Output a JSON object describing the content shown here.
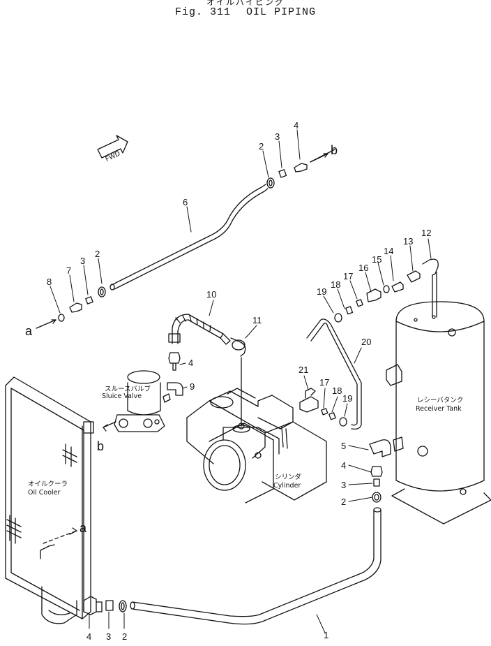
{
  "title": {
    "japanese": "オイルパイピング",
    "figure": "Fig. 311",
    "name": "OIL PIPING"
  },
  "labels": {
    "fwd": "FWD",
    "sluice_valve_jp": "スルースバルブ",
    "sluice_valve": "Sluice Valve",
    "oil_cooler_jp": "オイルクーラ",
    "oil_cooler": "Oil Cooler",
    "cylinder_jp": "シリンダ",
    "cylinder": "Cylinder",
    "receiver_tank_jp": "レシーバタンク",
    "receiver_tank": "Receiver Tank"
  },
  "connections": {
    "a": "a",
    "b": "b"
  },
  "callouts": {
    "top_hose": [
      "2",
      "3",
      "4",
      "6",
      "7",
      "3",
      "2",
      "8"
    ],
    "hose_10": [
      "10",
      "11",
      "4",
      "9"
    ],
    "tank_top": [
      "12",
      "13",
      "14",
      "15",
      "16",
      "17",
      "18",
      "19",
      "20"
    ],
    "cylinder_side": [
      "21",
      "17",
      "18",
      "19"
    ],
    "tank_side": [
      "5",
      "4",
      "3",
      "2"
    ],
    "bottom": [
      "4",
      "3",
      "2",
      "1"
    ]
  }
}
